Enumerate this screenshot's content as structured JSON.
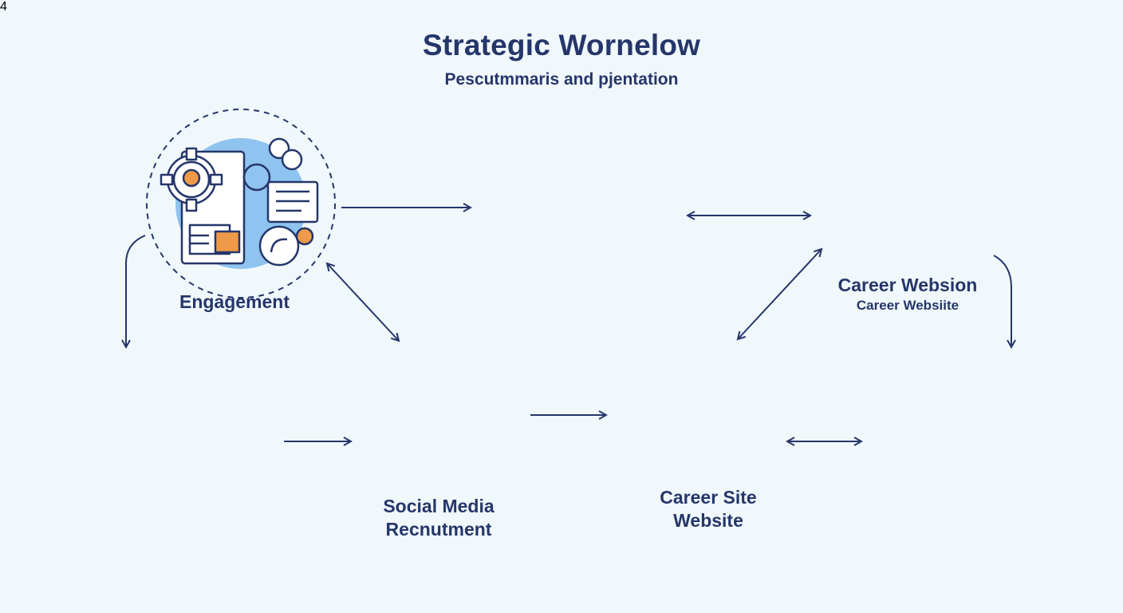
{
  "header": {
    "title": "Strategic Wornelow",
    "subtitle": "Pescutmmaris and pjentation"
  },
  "nodes": {
    "engagement": {
      "label": "Engagement"
    },
    "presentation": {
      "label": ""
    },
    "career_websion": {
      "label": "Career Websion",
      "sublabel": "Career Websiite"
    },
    "video_interview": {
      "label": ""
    },
    "social_media": {
      "label_line1": "Social Media",
      "label_line2": "Recnutment"
    },
    "career_site": {
      "label_line1": "Career Site",
      "label_line2": "Website"
    },
    "outreach": {
      "badge": "4"
    }
  },
  "colors": {
    "background": "#f1f8fc",
    "navy": "#25366a",
    "circle_blue": "#8fc3f0",
    "accent_orange": "#ef9a48",
    "light_blue": "#cfe3f7"
  }
}
